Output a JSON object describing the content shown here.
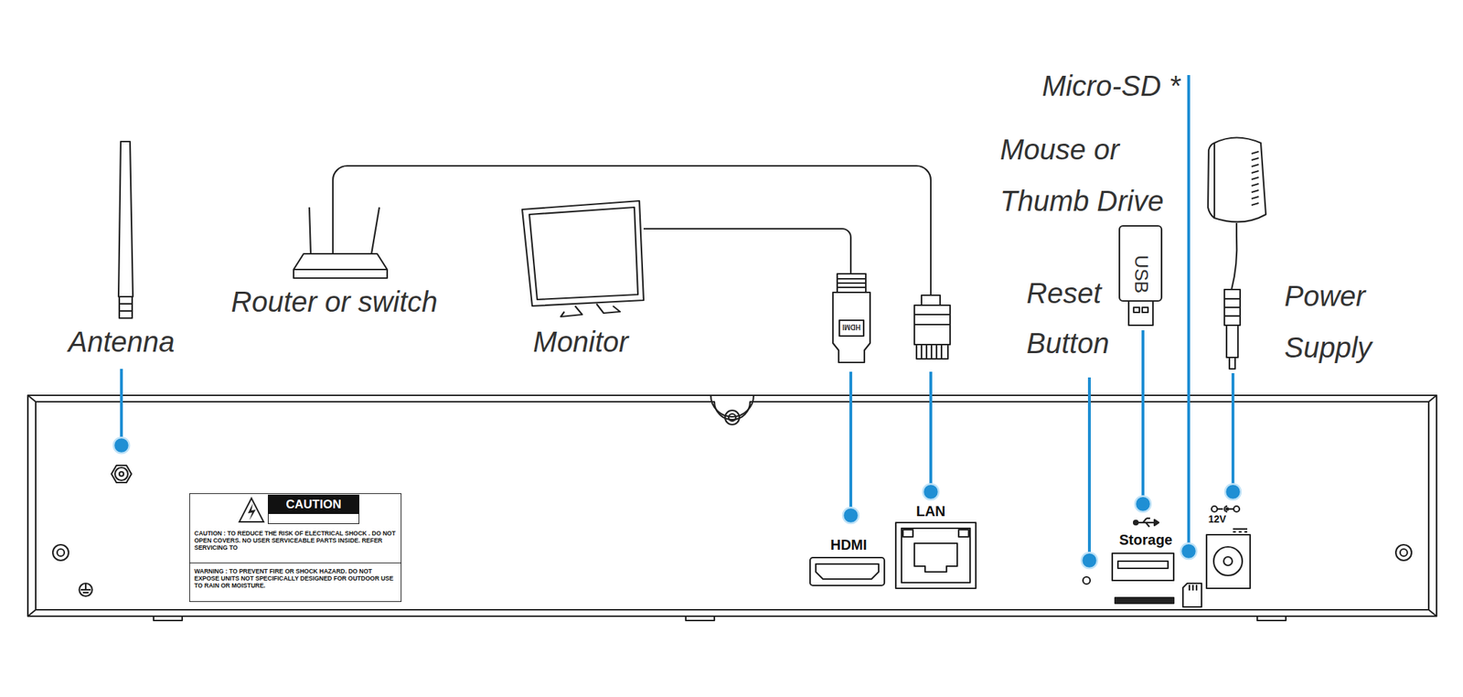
{
  "diagram": {
    "nodes": [
      {
        "text": [
          "CAUTION",
          "CAUTION : TO REDUCE THE RISK OF ELECTRICAL SHOCK . DO NOT OPEN COVERS. NO USER SERVICEABLE PARTS INSIDE. REFER SERVICING TO"
        ]
      },
      {
        "text": [
          "WARNING : TO PREVENT FIRE OR SHOCK HAZARD. DO NOT EXPOSE UNITS NOT SPECIFICALLY DESIGNED FOR OUTDOOR USE TO RAIN OR MOISTURE."
        ]
      }
    ],
    "labels": [
      "Micro-SD *",
      "Mouse or Thumb Drive",
      "Antenna",
      "Router or switch",
      "Monitor",
      "USB",
      "HDMI",
      "Reset Button",
      "Power Supply",
      "HDMI",
      "LAN",
      "Storage",
      "12V"
    ]
  }
}
